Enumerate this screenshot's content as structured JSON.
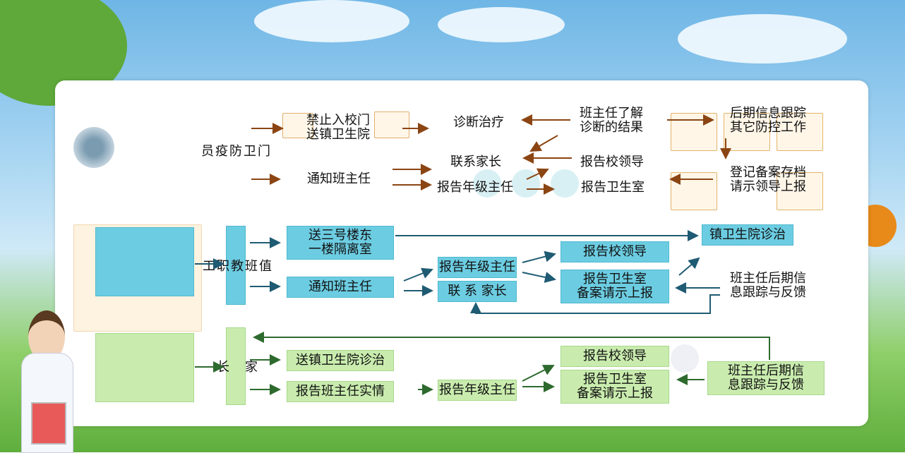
{
  "nodes": {
    "menwei": "门\n卫\n防\n疫\n员",
    "jinzhi": "禁止入校门\n送镇卫生院",
    "zhenduan": "诊断治疗",
    "banzhuren_liaojie": "班主任了解\n诊断的结果",
    "houqi_top": "后期信息跟踪\n其它防控工作",
    "lianxi_top": "联系家长",
    "baogao_xiao_top": "报告校领导",
    "dengji": "登记备案存档\n请示领导上报",
    "tongzhi_top": "通知班主任",
    "baogao_nianji_top": "报告年级主任",
    "baogao_weisheng_top": "报告卫生室",
    "zhiban": "值\n班\n教\n职\n工",
    "song_sanhao": "送三号楼东\n一楼隔离室",
    "zhen_zhenliao": "镇卫生院诊治",
    "tongzhi_mid": "通知班主任",
    "baogao_nianji_mid": "报告年级主任",
    "lianxi_mid": "联 系 家长",
    "baogao_xiao_mid": "报告校领导",
    "baogao_weisheng_mid": "报告卫生室\n备案请示上报",
    "banzhuren_mid": "班主任后期信\n息跟踪与反馈",
    "jiazhang": "家\n\n长",
    "song_zhen": "送镇卫生院诊治",
    "baogao_banzhuren": "报告班主任实情",
    "baogao_nianji_bot": "报告年级主任",
    "baogao_xiao_bot": "报告校领导",
    "baogao_weisheng_bot": "报告卫生室\n备案请示上报",
    "banzhuren_bot": "班主任后期信\n息跟踪与反馈"
  },
  "colors": {
    "blue_box": "#6ccde2",
    "green_box": "#c9ecae",
    "arrow_brown": "#8b4513",
    "arrow_teal": "#1f5b73",
    "arrow_green": "#2e6a2e"
  }
}
